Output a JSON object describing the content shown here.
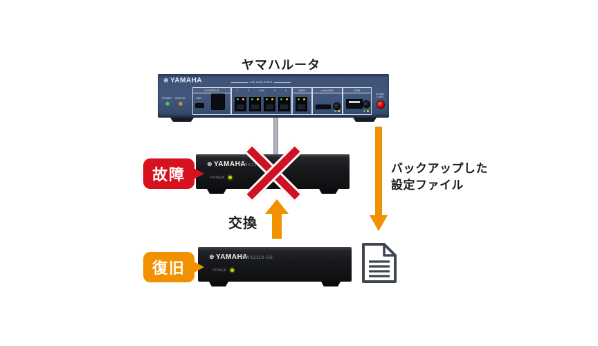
{
  "title": "ヤマハルーター",
  "glyphs": {
    "yamaha_mark": "⊛"
  },
  "colors": {
    "orange": "#f29100",
    "badge_red": "#d7121f",
    "cross_red": "#cf1126",
    "router_navy": "#3f5379",
    "switch_black": "#17181b",
    "doc_outline": "#3e4650"
  },
  "router": {
    "brand": "YAMAHA",
    "leds": {
      "power": "POWER",
      "status": "STATUS"
    },
    "console": {
      "label": "CONSOLE",
      "usb": "USB"
    },
    "lan": {
      "group_label": "LINK DATA SPEED",
      "ports": [
        "1",
        "2",
        "LAN",
        "3",
        "4"
      ],
      "wan": "WAN"
    },
    "microsd": {
      "label": "microSD"
    },
    "usb": {
      "label": "USB"
    },
    "download": {
      "line1": "DOWN",
      "line2": "LOAD"
    }
  },
  "failed_switch": {
    "badge": "故障",
    "brand": "YAMAHA",
    "model": "SWX2110-5G",
    "power_label": "POWER"
  },
  "recovered_switch": {
    "badge": "復旧",
    "brand": "YAMAHA",
    "model": "SWX2110-5G",
    "power_label": "POWER"
  },
  "replace": {
    "label": "交換"
  },
  "backup": {
    "line1": "バックアップした",
    "line2": "設定ファイル"
  }
}
